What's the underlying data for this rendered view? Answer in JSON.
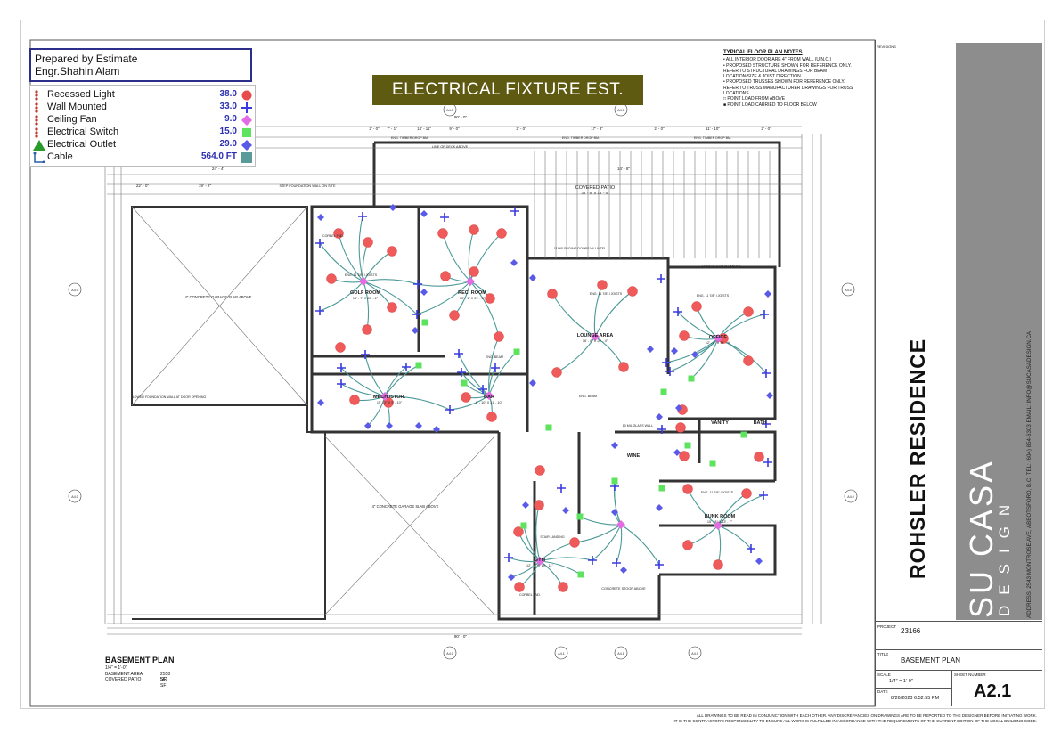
{
  "prepared_by": {
    "line1": "Prepared by Estimate",
    "line2": "Engr.Shahin Alam"
  },
  "banner": "ELECTRICAL FIXTURE EST.",
  "legend": [
    {
      "label": "Recessed Light",
      "value": "38.0",
      "icon": "red-circle-icon",
      "color": "#e84b4b"
    },
    {
      "label": "Wall Mounted",
      "value": "33.0",
      "icon": "blue-cross-icon",
      "color": "#3a3ae0"
    },
    {
      "label": "Ceiling Fan",
      "value": "9.0",
      "icon": "pink-diamond-icon",
      "color": "#e36be3"
    },
    {
      "label": "Electrical Switch",
      "value": "15.0",
      "icon": "green-square-icon",
      "color": "#5ee35e"
    },
    {
      "label": "Electrical Outlet",
      "value": "29.0",
      "icon": "blue-diamond-icon",
      "color": "#5a5ae8"
    },
    {
      "label": "Cable",
      "value": "564.0 FT",
      "icon": "teal-square-icon",
      "color": "#5b9a9a"
    }
  ],
  "notes": {
    "title": "TYPICAL FLOOR PLAN NOTES",
    "lines": [
      "•  ALL INTERIOR DOOR ARE 4\" FROM WALL (U.N.O.)",
      "•  PROPOSED STRUCTURE SHOWN FOR REFERENCE ONLY.",
      "    REFER TO STRUCTURAL DRAWINGS FOR BEAM",
      "    LOCATION/SIZE & JOIST DIRECTION.",
      "•  PROPOSED TRUSSES SHOWN FOR REFERENCE ONLY.",
      "    REFER TO TRUSS MANUFACTURER DRAWINGS FOR TRUSS",
      "    LOCATIONS.",
      "□  POINT LOAD FROM ABOVE",
      "■  POINT LOAD CARRIED TO FLOOR BELOW"
    ]
  },
  "rooms": [
    {
      "name": "GOLF ROOM",
      "dims": "15' - 7\" X 20' - 2\""
    },
    {
      "name": "REC. ROOM",
      "dims": "13' - 1\" X 21' - 2\""
    },
    {
      "name": "LOUNGE AREA",
      "dims": "16' - 8\" X 20' - 4\""
    },
    {
      "name": "OFFICE",
      "dims": "12' - 8\" X 14' - 4\""
    },
    {
      "name": "MECH./STOR.",
      "dims": "15' - 2\" X 9' - 10\""
    },
    {
      "name": "BAR",
      "dims": "6' - 10\" X 11' - 10\""
    },
    {
      "name": "VANITY",
      "dims": ""
    },
    {
      "name": "BATH",
      "dims": ""
    },
    {
      "name": "WINE",
      "dims": ""
    },
    {
      "name": "BUNK ROOM",
      "dims": "15' - 8\" X 13' - 7\""
    },
    {
      "name": "GYM",
      "dims": "12' - 1\" X 15' - 11\""
    }
  ],
  "plan_labels": {
    "covered_patio": "COVERED PATIO",
    "covered_patio_dims": "33' - 8\" X 15' - 0\"",
    "garage_slab_1": "4\" CONCRETE GARAGE SLAB ABOVE",
    "garage_slab_2": "4\" CONCRETE GARAGE SLAB ABOVE",
    "lower_foundation": "LOWER FOUNDATION WALL AT DOOR OPENING",
    "step_foundation": "STEP FOUNDATION WALL ON SITE",
    "line_of_deck": "LINE OF DECK ABOVE",
    "timber_drop": "ENG. TIMBER DROP BM.",
    "sliding_door": "11X60 SLIDING DOORS W/ LINTEL",
    "covered_patio_above": "COVERED PATIO ABOVE",
    "eng_beam": "ENG. BEAM",
    "joists": "ENG. 11 7/8\" I JOISTS",
    "corbel": "CORBEL FND.",
    "glass_wall": "10 MIL GLASS WALL",
    "stair": "STAIR LANDING",
    "stoop": "CONCRETE STOOP ABOVE",
    "dims_top": [
      "2' - 0\"",
      "7' - 1\"",
      "14' - 11\"",
      "9' - 0\"",
      "2' - 0\"",
      "17' - 3\"",
      "2' - 0\"",
      "11' - 10\"",
      "2' - 0\""
    ],
    "overall_top": "90' - 0\"",
    "overall_bottom": "90' - 0\"",
    "dim_left": "24' - 4\"",
    "dim_22": "22' - 0\"",
    "dim_19": "19' - 2\"",
    "dim_14": "14' - 8\""
  },
  "plan_title": {
    "name": "BASEMENT PLAN",
    "scale": "1/4\" = 1'-0\"",
    "area_label": "BASEMENT AREA",
    "area_value": "2558 SF",
    "patio_label": "COVERED PATIO",
    "patio_value": "561 SF"
  },
  "title_block": {
    "revisions_label": "REVISIONS",
    "brand_line1": "SU CASA",
    "brand_line2": "DESIGN",
    "address": "ADDRESS: 2543 MONTROSE AVE, ABBOTSFORD, B.C.    TEL: (604) 854-6303    EMAIL: INFO@SUCASADESIGN.CA",
    "project_name": "ROHSLER RESIDENCE",
    "project_label": "PROJECT",
    "project_number": "23166",
    "title_label": "TITLE",
    "title_value": "BASEMENT PLAN",
    "scale_label": "SCALE",
    "scale_value": "1/4\" = 1'-0\"",
    "sheet_label": "SHEET NUMBER",
    "sheet_number": "A2.1",
    "date_label": "DATE",
    "date_value": "8/26/2023 6:52:55 PM"
  },
  "footer": {
    "line1": "ALL DRAWINGS TO BE READ IN CONJUNCTION WITH EACH OTHER. ANY DISCREPANCIES ON DRAWINGS ARE TO BE REPORTED TO THE DESIGNER BEFORE INITIATING WORK.",
    "line2": "IT IS THE CONTRACTOR'S RESPONSIBILITY TO ENSURE ALL WORK IS FULFILLED IN ACCORDANCE WITH THE REQUIREMENTS OF THE CURRENT EDITION OF THE LOCAL BUILDING CODE."
  }
}
